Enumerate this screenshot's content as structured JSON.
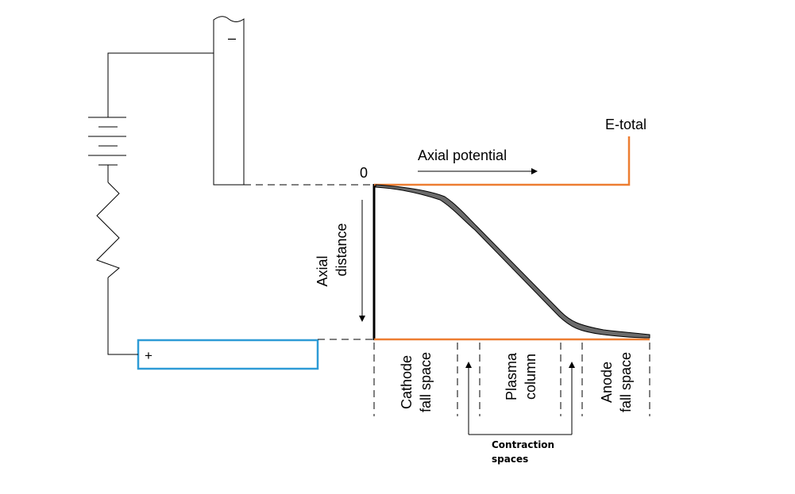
{
  "labels": {
    "minus": "–",
    "plus": "+",
    "zero": "0",
    "axial_potential": "Axial potential",
    "e_total": "E-total",
    "axial": "Axial",
    "distance": "distance",
    "cathode": "Cathode",
    "cathode_fall_space": "fall space",
    "plasma": "Plasma",
    "column": "column",
    "anode": "Anode",
    "anode_fall_space": "fall space",
    "contraction": "Contraction",
    "spaces": "spaces"
  },
  "colors": {
    "orange": "#ED7D31",
    "blue": "#2E9BD6",
    "curve_fill": "#6b6b6b",
    "ink": "#000000"
  }
}
